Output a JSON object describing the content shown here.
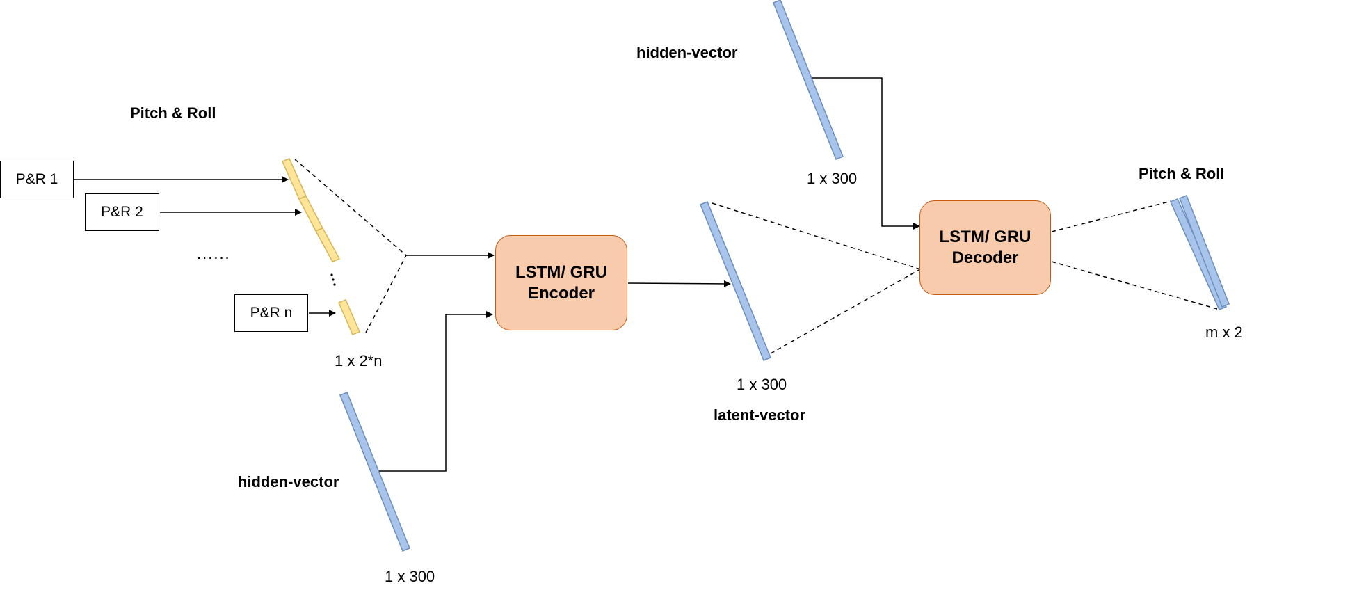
{
  "left": {
    "pitch_roll_title": "Pitch & Roll",
    "inputs": [
      "P&R 1",
      "P&R 2",
      "P&R n"
    ],
    "ellipsis": "......",
    "concat_dim": "1 x 2*n",
    "hidden_label": "hidden-vector",
    "hidden_dim": "1 x 300"
  },
  "encoder": {
    "line1": "LSTM/ GRU",
    "line2": "Encoder"
  },
  "latent": {
    "label": "latent-vector",
    "dim": "1 x 300"
  },
  "decoder_hidden": {
    "label": "hidden-vector",
    "dim": "1 x 300"
  },
  "decoder": {
    "line1": "LSTM/ GRU",
    "line2": "Decoder"
  },
  "output": {
    "pitch_roll_title": "Pitch & Roll",
    "dim": "m x 2"
  },
  "colors": {
    "vector_fill": "#a9c4eb",
    "vector_stroke": "#6c8ebf",
    "input_fill": "#ffe599",
    "input_stroke": "#d6b656",
    "rnn_fill": "#f8cbad",
    "rnn_stroke": "#c55a11"
  }
}
